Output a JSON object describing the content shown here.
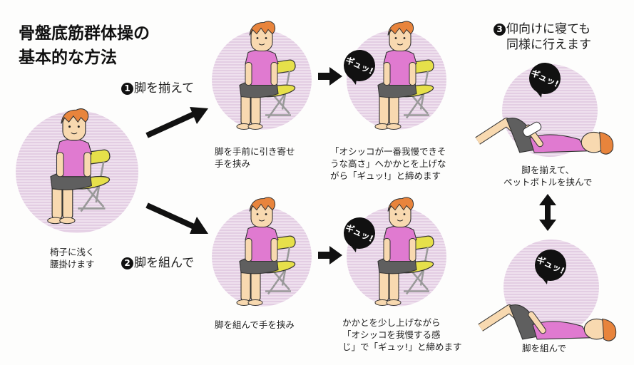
{
  "title": {
    "line1": "骨盤底筋群体操の",
    "line2": "基本的な方法"
  },
  "start": {
    "caption_line1": "椅子に浅く",
    "caption_line2": "腰掛けます"
  },
  "step1": {
    "number": "1",
    "heading": "脚を揃えて",
    "panel_a": {
      "caption_line1": "脚を手前に引き寄せ",
      "caption_line2": "手を挟み"
    },
    "panel_b": {
      "bubble": "ギュッ!",
      "caption_line1": "「オシッコが一番我慢できそ",
      "caption_line2": "うな高さ」へかかとを上げな",
      "caption_line3": "がら「ギュッ!」と締めます"
    }
  },
  "step2": {
    "number": "2",
    "heading": "脚を組んで",
    "panel_a": {
      "caption_line1": "脚を組んで手を挟み"
    },
    "panel_b": {
      "bubble": "ギュッ!",
      "caption_line1": "かかとを少し上げながら",
      "caption_line2": "「オシッコを我慢する感",
      "caption_line3": "じ」で「ギュッ!」と締めます"
    }
  },
  "step3": {
    "number": "3",
    "heading_line1": "仰向けに寝ても",
    "heading_line2": "同様に行えます",
    "panel_a": {
      "bubble": "ギュッ!",
      "caption_line1": "脚を揃えて、",
      "caption_line2": "ペットボトルを挟んで"
    },
    "panel_b": {
      "bubble": "ギュッ!",
      "caption_line1": "脚を組んで"
    }
  },
  "colors": {
    "circle_stripe_dark": "#e3cde3",
    "circle_stripe_light": "#efe1ee",
    "shirt": "#e07ad0",
    "shorts": "#5f5f5f",
    "chair_seat": "#e6e04a",
    "hair": "#e8843c",
    "skin": "#f8d9b0",
    "arrow": "#111111"
  }
}
